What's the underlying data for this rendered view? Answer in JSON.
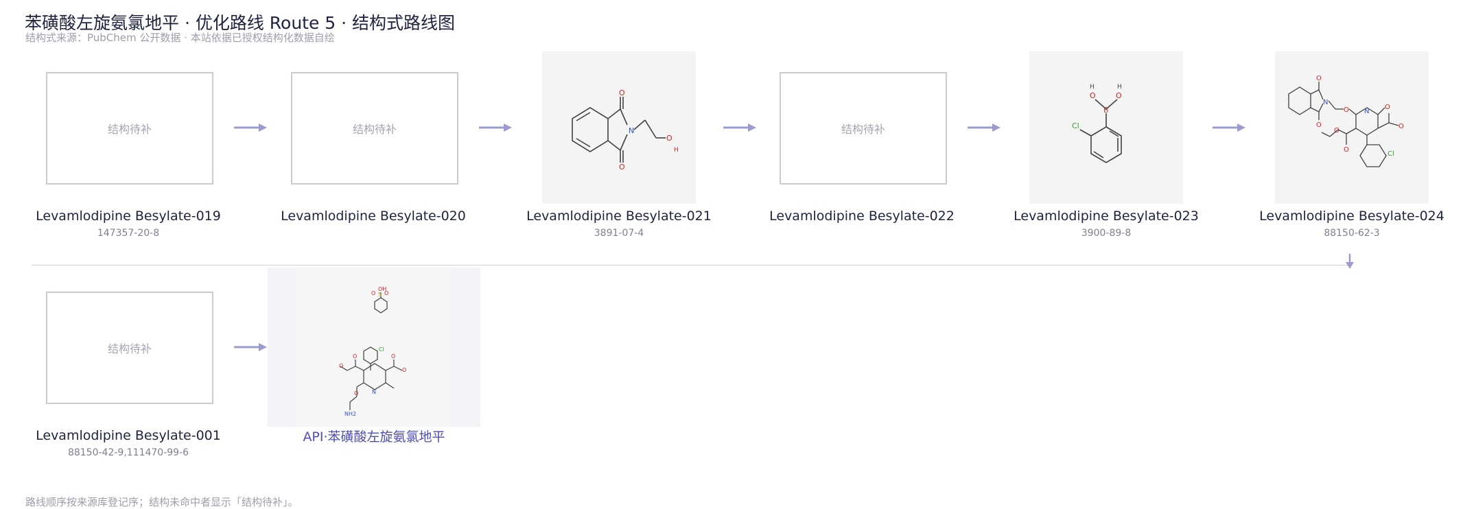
{
  "title": "苯磺酸左旋氨氯地平 · 优化路线 Route 5 · 结构式路线图",
  "subtitle": "结构式来源：PubChem 公开数据 · 本站依据已授权结构化数据自绘",
  "footnote": "路线顺序按来源库登记序；结构未命中者显示「结构待补」。",
  "placeholder_text": "结构待补",
  "colors": {
    "accent": "#9b9bd0",
    "api_label": "#4d4fb0",
    "text": "#1d2240",
    "muted": "#9b9eab"
  },
  "nodes": [
    {
      "name": "Levamlodipine Besylate-019",
      "cas": "147357-20-8",
      "structure": null
    },
    {
      "name": "Levamlodipine Besylate-020",
      "cas": "",
      "structure": null
    },
    {
      "name": "Levamlodipine Besylate-021",
      "cas": "3891-07-4",
      "structure": "N-(2-hydroxyethyl)phthalimide"
    },
    {
      "name": "Levamlodipine Besylate-022",
      "cas": "",
      "structure": null
    },
    {
      "name": "Levamlodipine Besylate-023",
      "cas": "3900-89-8",
      "structure": "2-chlorophenylboronic acid"
    },
    {
      "name": "Levamlodipine Besylate-024",
      "cas": "88150-62-3",
      "structure": "phthalimido amlodipine"
    },
    {
      "name": "Levamlodipine Besylate-001",
      "cas": "88150-42-9,111470-99-6",
      "structure": null
    }
  ],
  "api": {
    "label": "API·苯磺酸左旋氨氯地平",
    "structure": "levamlodipine besylate"
  }
}
